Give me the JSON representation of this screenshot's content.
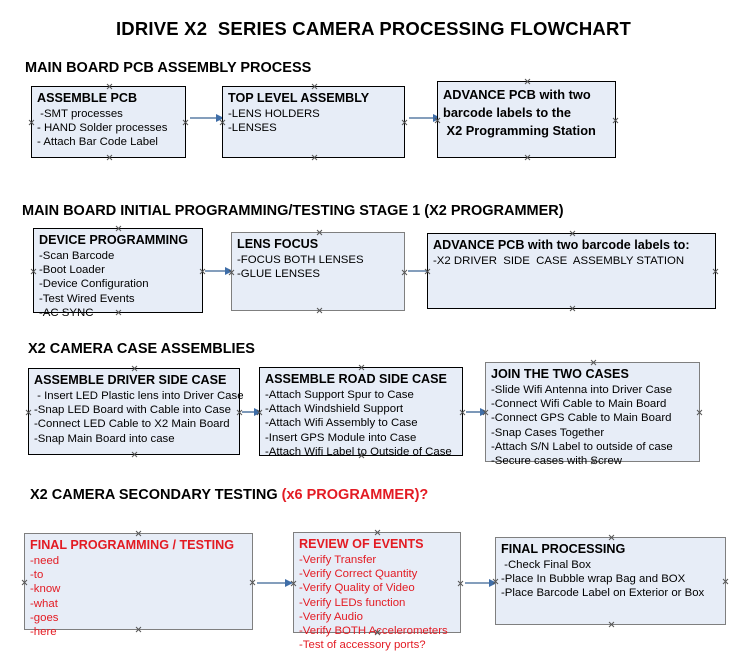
{
  "document": {
    "title": "IDRIVE X2  SERIES CAMERA PROCESSING FLOWCHART",
    "accent_color": "#e31b23",
    "node_fill": "#e7edf7",
    "node_border_dark": "#000000",
    "node_border_gray": "#7f7f7f",
    "connector_color": "#5b7fa6"
  },
  "sections": [
    {
      "heading": "MAIN BOARD PCB ASSEMBLY PROCESS",
      "heading_accent": "",
      "nodes": [
        {
          "title": "ASSEMBLE PCB",
          "lines": [
            " -SMT processes",
            "- HAND Solder processes",
            "- Attach Bar Code Label"
          ]
        },
        {
          "title": "TOP LEVEL ASSEMBLY",
          "lines": [
            "-LENS HOLDERS",
            "-LENSES"
          ]
        },
        {
          "title": "ADVANCE PCB with two\nbarcode labels to the\n X2 Programming Station",
          "lines": []
        }
      ]
    },
    {
      "heading": "MAIN BOARD INITIAL PROGRAMMING/TESTING STAGE 1 (X2 PROGRAMMER)",
      "heading_accent": "",
      "nodes": [
        {
          "title": "DEVICE PROGRAMMING",
          "lines": [
            "-Scan Barcode",
            "-Boot Loader",
            "-Device Configuration",
            "-Test Wired Events",
            "-AC SYNC"
          ]
        },
        {
          "title": "LENS FOCUS",
          "lines": [
            "-FOCUS BOTH LENSES",
            "-GLUE LENSES"
          ]
        },
        {
          "title": "ADVANCE PCB with two barcode labels to:",
          "lines": [
            "-X2 DRIVER  SIDE  CASE  ASSEMBLY STATION"
          ]
        }
      ]
    },
    {
      "heading": "X2 CAMERA CASE ASSEMBLIES",
      "heading_accent": "",
      "nodes": [
        {
          "title": "ASSEMBLE DRIVER SIDE CASE",
          "lines": [
            " - Insert LED Plastic lens into Driver Case",
            "-Snap LED Board with Cable into Case",
            "-Connect LED Cable to X2 Main Board",
            "-Snap Main Board into case"
          ]
        },
        {
          "title": "ASSEMBLE ROAD SIDE CASE",
          "lines": [
            "-Attach Support Spur to Case",
            "-Attach Windshield Support",
            "-Attach Wifi Assembly to Case",
            "-Insert GPS Module into Case",
            "-Attach Wifi Label to Outside of Case"
          ]
        },
        {
          "title": "JOIN THE TWO CASES",
          "lines": [
            "-Slide Wifi Antenna into Driver Case",
            "-Connect Wifi Cable to Main Board",
            "-Connect GPS Cable to Main Board",
            "-Snap Cases Together",
            "-Attach S/N Label to outside of case",
            "-Secure cases with Screw"
          ]
        }
      ]
    },
    {
      "heading": "X2 CAMERA SECONDARY TESTING ",
      "heading_accent": "(x6 PROGRAMMER)?",
      "nodes": [
        {
          "title": "FINAL PROGRAMMING / TESTING",
          "lines": [
            "-need",
            "-to",
            "-know",
            "-what",
            "-goes",
            "-here"
          ]
        },
        {
          "title": "REVIEW OF EVENTS",
          "lines": [
            "-Verify Transfer",
            "-Verify Correct Quantity",
            "-Verify Quality of Video",
            "-Verify LEDs function",
            "-Verify Audio",
            "-Verify BOTH Accelerometers",
            "-Test of accessory ports?"
          ]
        },
        {
          "title": "FINAL PROCESSING",
          "lines": [
            " -Check Final Box",
            "-Place In Bubble wrap Bag and BOX",
            "-Place Barcode Label on Exterior or Box"
          ]
        }
      ]
    }
  ]
}
